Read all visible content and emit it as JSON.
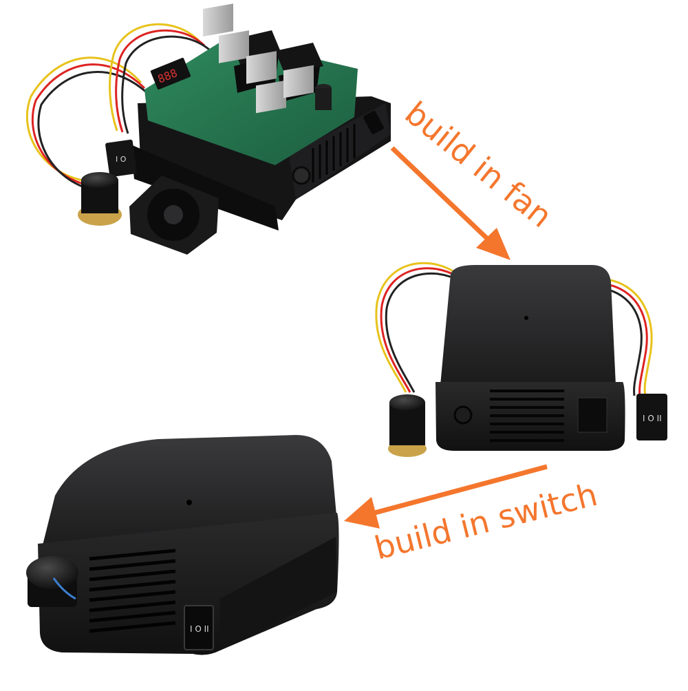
{
  "annotations": {
    "fan_label": "build in fan",
    "switch_label": "build in switch",
    "annotation_color": "#f4762d"
  },
  "photos": {
    "top": "speed controller circuit board with relays, heatsinks, LED display, wired knob, rocker switch and small cooling fan",
    "middle": "controller enclosed in black case with vent slots, rocker switch and potentiometer knob on wires",
    "bottom": "black enclosed controller with integrated knob and rocker switch"
  }
}
